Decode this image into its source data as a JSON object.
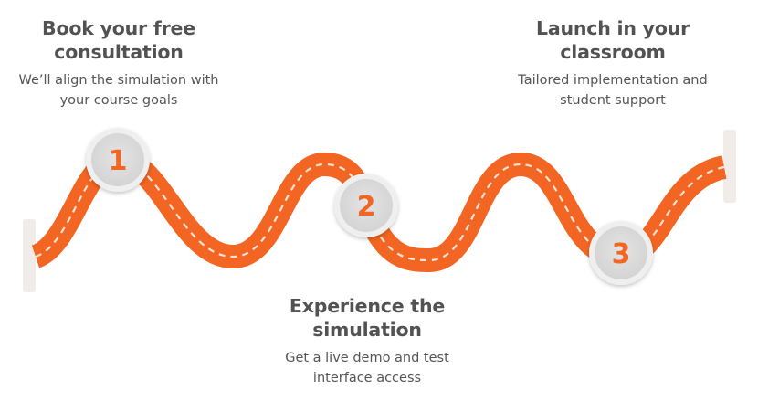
{
  "colors": {
    "road": "#f26522",
    "road_dash": "#fbe3d6",
    "marker_face": "#dcdcdc",
    "marker_ring": "#efefef",
    "post": "#f2ece8",
    "heading": "#525252",
    "body_text": "#555555"
  },
  "steps": [
    {
      "number": "1",
      "title_lines": [
        "Book your free",
        "consultation"
      ],
      "desc_lines": [
        "We’ll align the simulation with",
        "your course goals"
      ]
    },
    {
      "number": "2",
      "title_lines": [
        "Experience the",
        "simulation"
      ],
      "desc_lines": [
        "Get a live demo and test",
        "interface access"
      ]
    },
    {
      "number": "3",
      "title_lines": [
        "Launch in your",
        "classroom"
      ],
      "desc_lines": [
        "Tailored implementation and",
        "student support"
      ]
    }
  ]
}
